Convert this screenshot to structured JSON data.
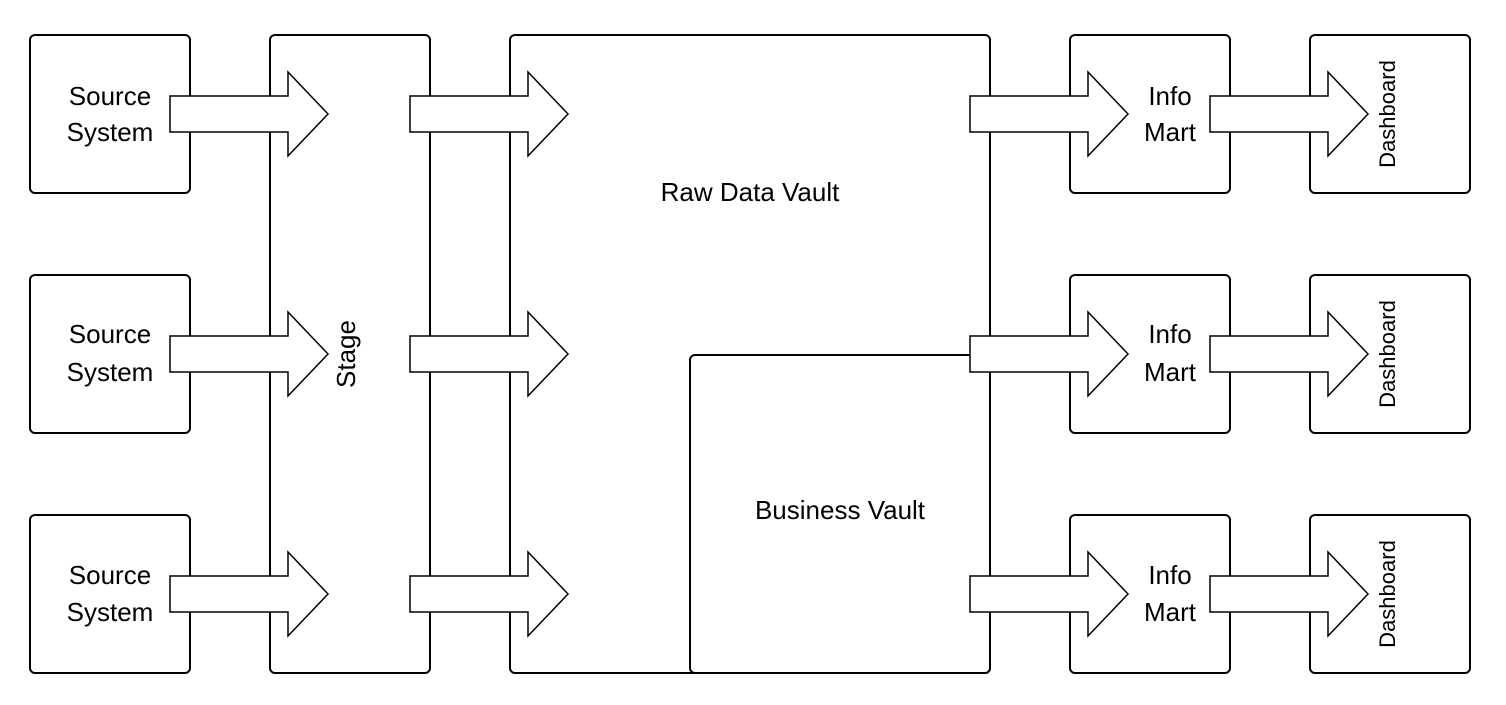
{
  "diagram": {
    "sources": [
      {
        "line1": "Source",
        "line2": "System"
      },
      {
        "line1": "Source",
        "line2": "System"
      },
      {
        "line1": "Source",
        "line2": "System"
      }
    ],
    "stage": "Stage",
    "raw_vault": "Raw Data Vault",
    "business_vault": "Business Vault",
    "marts": [
      {
        "line1": "Info",
        "line2": "Mart"
      },
      {
        "line1": "Info",
        "line2": "Mart"
      },
      {
        "line1": "Info",
        "line2": "Mart"
      }
    ],
    "dashboards": [
      "Dashboard",
      "Dashboard",
      "Dashboard"
    ]
  }
}
